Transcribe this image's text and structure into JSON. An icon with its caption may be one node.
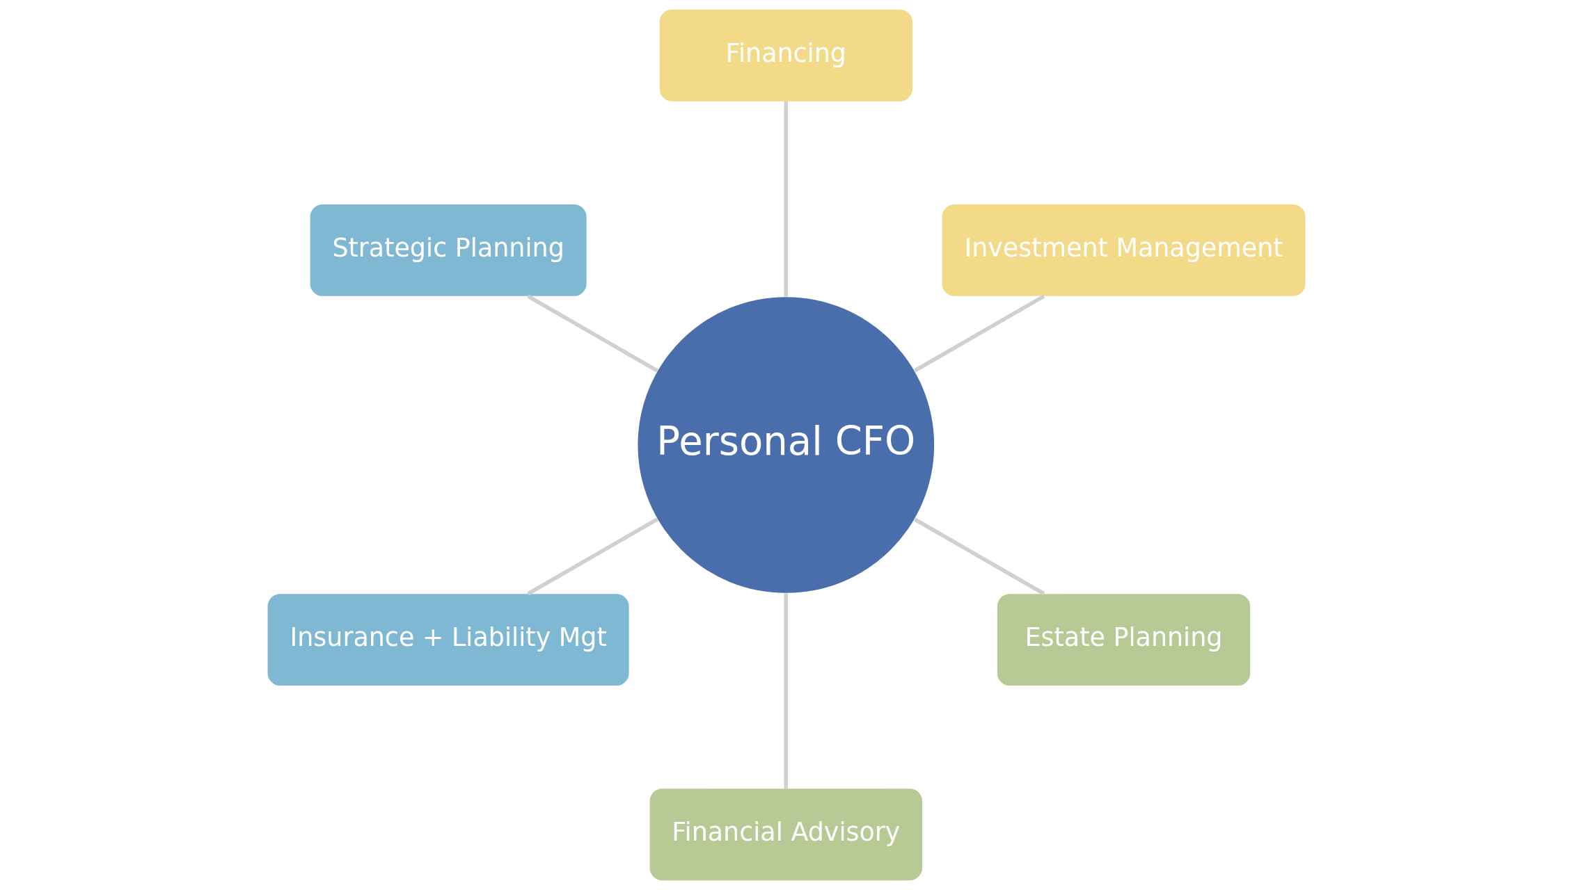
{
  "diagram": {
    "nodes": [
      {
        "text": [
          "Investment Management"
        ]
      },
      {
        "text": [
          "Financing"
        ]
      },
      {
        "text": [
          "Strategic Planning"
        ]
      },
      {
        "text": [
          "Personal CFO"
        ]
      },
      {
        "text": [
          "Insurance + Liability Mgt"
        ]
      },
      {
        "text": [
          "Financial Advisory"
        ]
      },
      {
        "text": [
          "Estate Planning"
        ]
      }
    ],
    "edges": [
      {
        "from": 3,
        "to": 0,
        "arrow": "none"
      },
      {
        "from": 3,
        "to": 1,
        "arrow": "none"
      },
      {
        "from": 3,
        "to": 2,
        "arrow": "none"
      },
      {
        "from": 3,
        "to": 4,
        "arrow": "none"
      },
      {
        "from": 3,
        "to": 5,
        "arrow": "none"
      },
      {
        "from": 3,
        "to": 6,
        "arrow": "none"
      }
    ]
  }
}
